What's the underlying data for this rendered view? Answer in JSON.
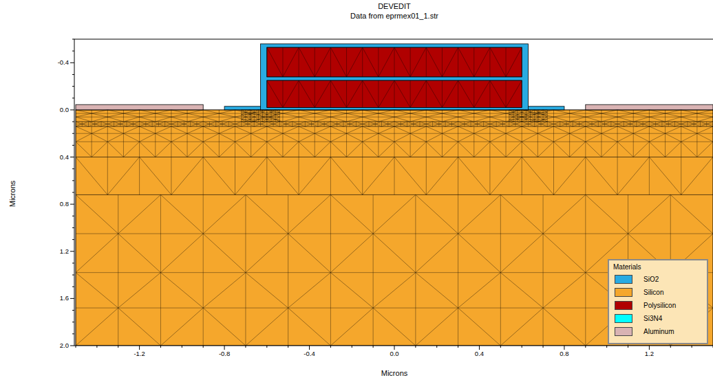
{
  "diagram": {
    "title": "DEVEDIT",
    "labels": [
      "Data from eprmex01_1.str",
      "Microns",
      "Microns",
      "-0.4",
      "0.0",
      "0.4",
      "0.8",
      "1.2",
      "1.6",
      "2.0",
      "-1.2",
      "-0.8",
      "-0.4",
      "0.0",
      "0.4",
      "0.8",
      "1.2",
      "Materials"
    ],
    "legend": [
      {
        "text": "SiO2",
        "color": "#29abe2"
      },
      {
        "text": "Silicon",
        "color": "#f5a72c"
      },
      {
        "text": "Polysilicon",
        "color": "#b00000"
      },
      {
        "text": "Si3N4",
        "color": "#00ffff"
      },
      {
        "text": "Aluminum",
        "color": "#d9b3b3"
      }
    ]
  }
}
